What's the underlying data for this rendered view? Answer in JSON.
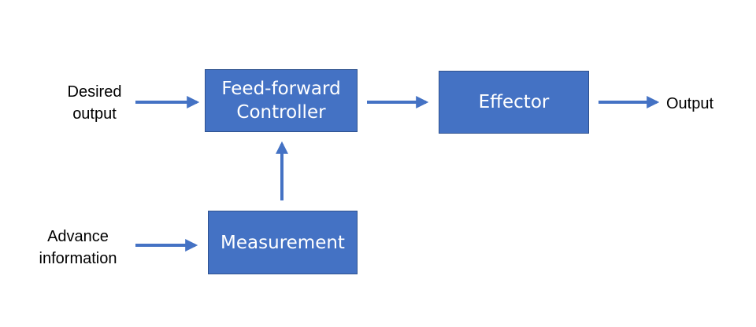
{
  "colors": {
    "block_fill": "#4472c4",
    "block_border": "#2f528f",
    "arrow": "#4472c4",
    "text_on_block": "#ffffff",
    "label_text": "#000000"
  },
  "blocks": {
    "feed_forward_controller": "Feed-forward\nController",
    "effector": "Effector",
    "measurement": "Measurement"
  },
  "labels": {
    "desired_output": "Desired\noutput",
    "advance_information": "Advance\ninformation",
    "output": "Output"
  }
}
